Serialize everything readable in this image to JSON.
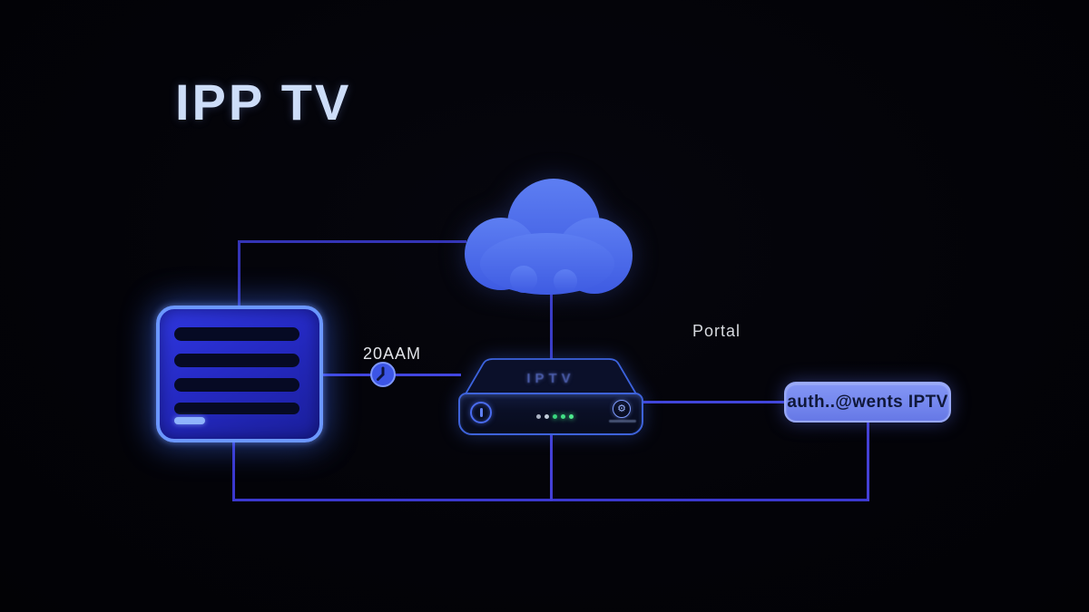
{
  "title": "IPP TV",
  "labels": {
    "clock": "20AAM",
    "portal": "Portal",
    "auth_button": "auth..@wents IPTV",
    "device": "IPTV"
  },
  "icons": {
    "cloud": "cloud",
    "clock": "clock",
    "power": "power",
    "emblem_glyph": "⚙"
  },
  "device": {
    "leds": [
      {
        "color": "#aab2c2",
        "glow": false
      },
      {
        "color": "#c2ccda",
        "glow": false
      },
      {
        "color": "#38d57d",
        "glow": true
      },
      {
        "color": "#42df85",
        "glow": true
      },
      {
        "color": "#4de98d",
        "glow": true
      }
    ]
  },
  "colors": {
    "background": "#030309",
    "accent_blue": "#4a7dff",
    "cloud_blue": "#4b6ce9",
    "line_indigo": "#3c3ed2",
    "button_fill": "#7b8ef2",
    "button_text": "#10183a",
    "title_text": "#cdddf8",
    "label_text": "#d9dce2",
    "led_green": "#42df85"
  }
}
